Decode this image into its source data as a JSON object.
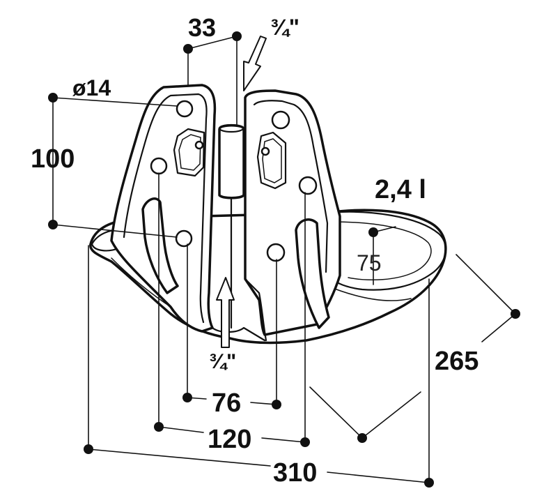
{
  "labels": {
    "dim_33": "33",
    "thread_top": "¾\"",
    "dim_dia14": "ø14",
    "dim_100": "100",
    "volume": "2,4 l",
    "dim_75": "75",
    "dim_265": "265",
    "thread_bottom": "¾\"",
    "dim_76": "76",
    "dim_120": "120",
    "dim_310": "310"
  }
}
